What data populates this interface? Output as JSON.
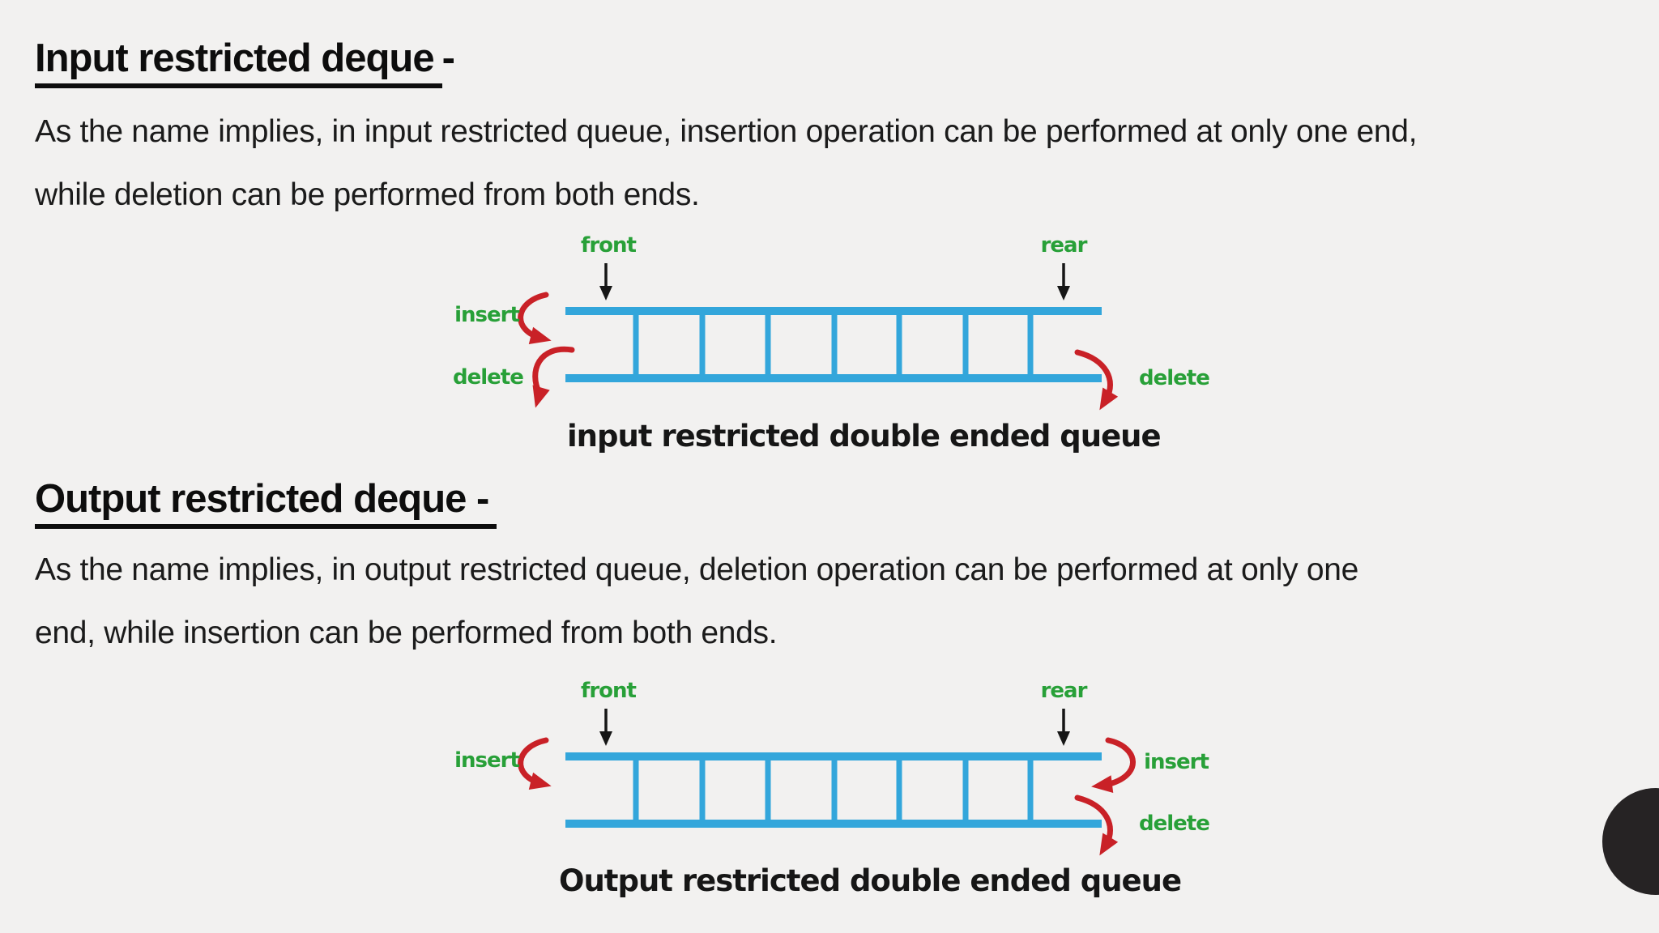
{
  "colors": {
    "background": "#f2f1f0",
    "queue_blue": "#33a6db",
    "label_green": "#28a038",
    "arrow_red": "#c92127",
    "text_black": "#141414",
    "corner_circle": "#262324"
  },
  "section1": {
    "heading": "Input restricted deque",
    "heading_suffix": "-",
    "para_line1": "As the name implies, in input restricted queue, insertion operation can be performed at only one end,",
    "para_line2": "while deletion can be performed from both ends.",
    "caption": "input restricted double ended queue",
    "diagram": {
      "cells": 8,
      "front_label": "front",
      "rear_label": "rear",
      "left_top_label": "insert",
      "left_bottom_label": "delete",
      "right_bottom_label": "delete"
    }
  },
  "section2": {
    "heading": "Output restricted deque -",
    "heading_suffix": "",
    "para_line1": "As the name implies, in output restricted queue, deletion operation can be performed at only one",
    "para_line2": "end, while insertion can be performed from both ends.",
    "caption": "Output restricted double ended queue",
    "diagram": {
      "cells": 8,
      "front_label": "front",
      "rear_label": "rear",
      "left_top_label": "insert",
      "right_top_label": "insert",
      "right_bottom_label": "delete"
    }
  }
}
